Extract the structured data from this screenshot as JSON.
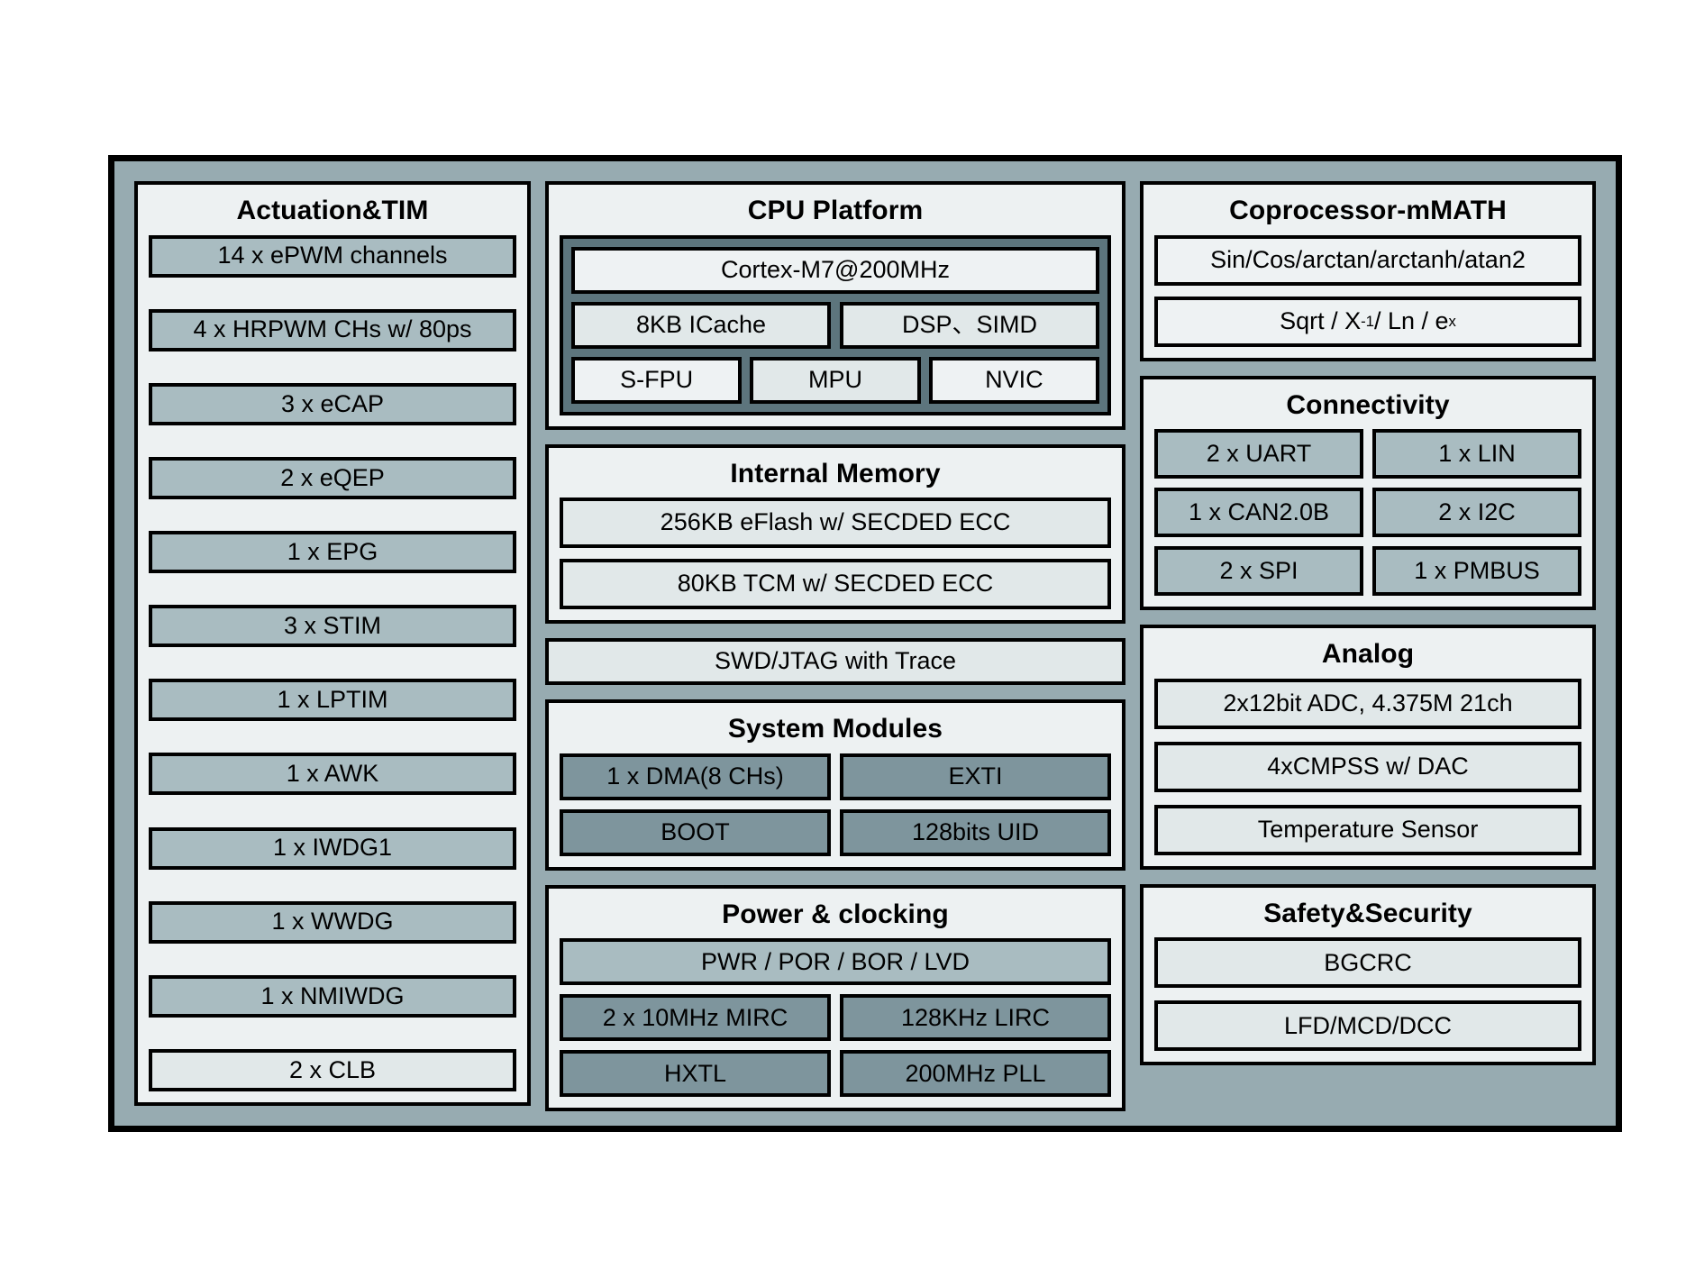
{
  "diagram": {
    "title_present": false,
    "colors": {
      "frame_fill": "#97abb1",
      "frame_border": "#000000",
      "panel_fill": "#edf1f2",
      "cell_pale": "#eef2f3",
      "cell_light": "#e1e8e9",
      "cell_mid": "#a9bcc1",
      "cell_dark": "#7e959d",
      "cpu_inner_frame": "#5d757d"
    }
  },
  "actuation": {
    "title": "Actuation&TIM",
    "items": [
      "14 x ePWM channels",
      "4 x HRPWM CHs w/ 80ps",
      "3 x eCAP",
      "2 x eQEP",
      "1 x EPG",
      "3 x STIM",
      "1 x LPTIM",
      "1 x AWK",
      "1 x IWDG1",
      "1 x WWDG",
      "1 x NMIWDG",
      "2 x CLB"
    ]
  },
  "cpu_platform": {
    "title": "CPU Platform",
    "core": "Cortex-M7@200MHz",
    "row2": [
      "8KB ICache",
      "DSP、SIMD"
    ],
    "row3": [
      "S-FPU",
      "MPU",
      "NVIC"
    ]
  },
  "internal_memory": {
    "title": "Internal Memory",
    "items": [
      "256KB eFlash w/ SECDED ECC",
      "80KB TCM w/ SECDED ECC"
    ]
  },
  "debug": {
    "label": "SWD/JTAG with Trace"
  },
  "system_modules": {
    "title": "System Modules",
    "row1": [
      "1 x DMA(8 CHs)",
      "EXTI"
    ],
    "row2": [
      "BOOT",
      "128bits UID"
    ]
  },
  "power_clocking": {
    "title": "Power & clocking",
    "wide": "PWR / POR / BOR / LVD",
    "row1": [
      "2 x 10MHz MIRC",
      "128KHz LIRC"
    ],
    "row2": [
      "HXTL",
      "200MHz PLL"
    ]
  },
  "coprocessor": {
    "title": "Coprocessor-mMATH",
    "items": [
      {
        "kind": "text",
        "text": "Sin/Cos/arctan/arctanh/atan2"
      },
      {
        "kind": "html",
        "text": "Sqrt / X<sup>-1</sup> / Ln / e<sup>x</sup>",
        "plain": "Sqrt / X-1 / Ln / ex"
      }
    ]
  },
  "connectivity": {
    "title": "Connectivity",
    "row1": [
      "2 x UART",
      "1 x LIN"
    ],
    "row2": [
      "1 x CAN2.0B",
      "2 x I2C"
    ],
    "row3": [
      "2 x SPI",
      "1 x PMBUS"
    ]
  },
  "analog": {
    "title": "Analog",
    "items": [
      "2x12bit ADC, 4.375M 21ch",
      "4xCMPSS w/ DAC",
      "Temperature Sensor"
    ]
  },
  "safety_security": {
    "title": "Safety&Security",
    "items": [
      "BGCRC",
      "LFD/MCD/DCC"
    ]
  }
}
